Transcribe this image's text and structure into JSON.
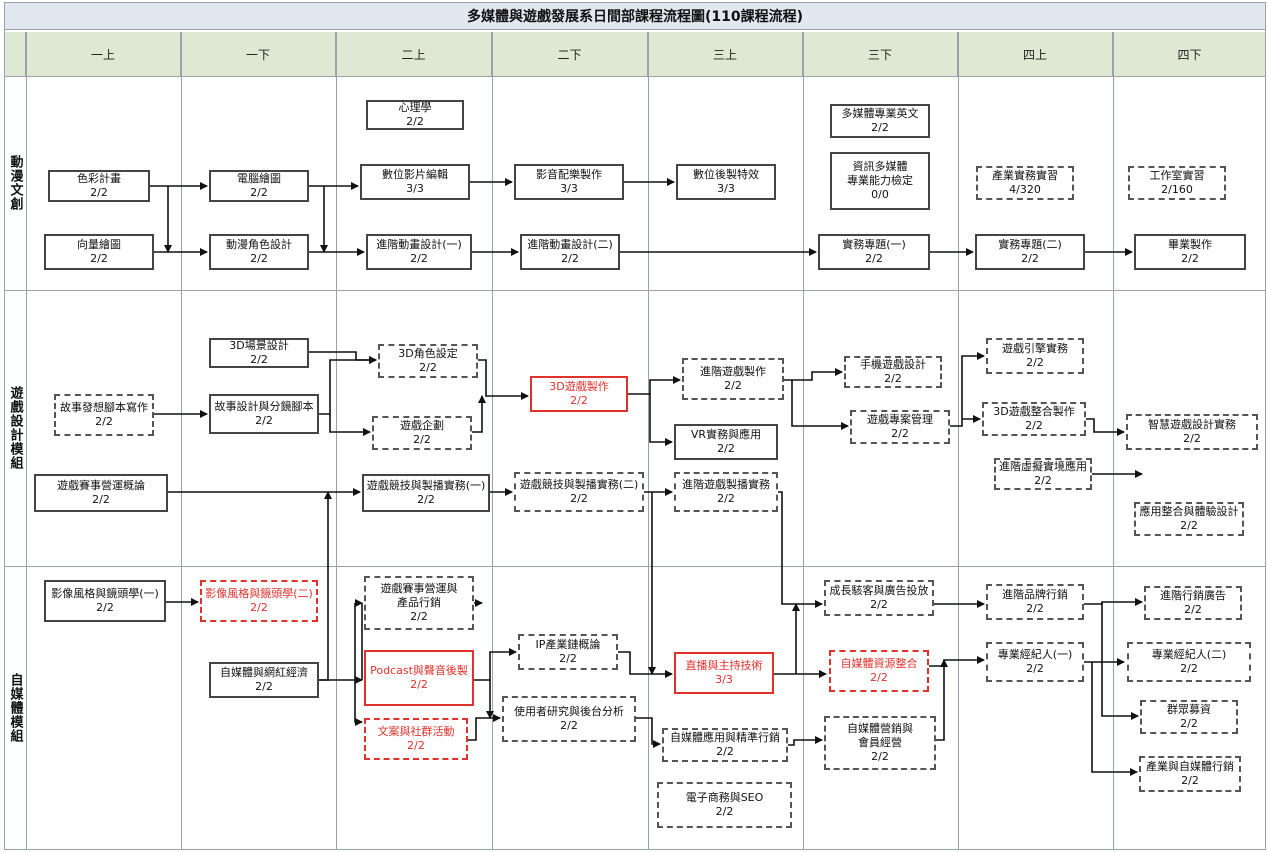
{
  "title": "多媒體與遊戲發展系日間部課程流程圖(110課程流程)",
  "semesters": [
    "一上",
    "一下",
    "二上",
    "二下",
    "三上",
    "三下",
    "四上",
    "四下"
  ],
  "rows": [
    {
      "id": "animation",
      "label": "動漫文創"
    },
    {
      "id": "game",
      "label": "遊戲設計模組"
    },
    {
      "id": "media",
      "label": "自媒體模組"
    }
  ],
  "courses": {
    "color_plan": {
      "name": "色彩計畫",
      "credits": "2/2",
      "style": "solid"
    },
    "vector_draw": {
      "name": "向量繪圖",
      "credits": "2/2",
      "style": "solid"
    },
    "sketch_draw": {
      "name": "電腦繪圖",
      "credits": "2/2",
      "style": "solid"
    },
    "anim_char": {
      "name": "動漫角色設計",
      "credits": "2/2",
      "style": "solid"
    },
    "psychology": {
      "name": "心理學",
      "credits": "2/2",
      "style": "solid"
    },
    "digital_edit": {
      "name": "數位影片編輯",
      "credits": "3/3",
      "style": "solid"
    },
    "motion1": {
      "name": "進階動畫設計(一)",
      "credits": "2/2",
      "style": "solid"
    },
    "audio_prod": {
      "name": "影音配樂製作",
      "credits": "3/3",
      "style": "solid"
    },
    "motion2": {
      "name": "進階動畫設計(二)",
      "credits": "2/2",
      "style": "solid"
    },
    "vfx": {
      "name": "數位後製特效",
      "credits": "3/3",
      "style": "solid"
    },
    "mm_english": {
      "name": "多媒體專業英文",
      "credits": "2/2",
      "style": "solid"
    },
    "mm_cert": {
      "name": "資訊多媒體\n專業能力檢定",
      "credits": "0/0",
      "style": "solid"
    },
    "project1": {
      "name": "實務專題(一)",
      "credits": "2/2",
      "style": "solid"
    },
    "industry_int": {
      "name": "產業實務實習",
      "credits": "4/320",
      "style": "dashed"
    },
    "project2": {
      "name": "實務專題(二)",
      "credits": "2/2",
      "style": "solid"
    },
    "studio_int": {
      "name": "工作室實習",
      "credits": "2/160",
      "style": "dashed"
    },
    "graduation": {
      "name": "畢業製作",
      "credits": "2/2",
      "style": "solid"
    },
    "story_script": {
      "name": "故事發想腳本寫作",
      "credits": "2/2",
      "style": "dashed"
    },
    "esports_intro": {
      "name": "遊戲賽事營運概論",
      "credits": "2/2",
      "style": "solid"
    },
    "scene3d": {
      "name": "3D場景設計",
      "credits": "2/2",
      "style": "solid"
    },
    "storyboard": {
      "name": "故事設計與分鏡腳本",
      "credits": "2/2",
      "style": "solid"
    },
    "char3d": {
      "name": "3D角色設定",
      "credits": "2/2",
      "style": "dashed"
    },
    "game_plan": {
      "name": "遊戲企劃",
      "credits": "2/2",
      "style": "dashed"
    },
    "esports_bc1": {
      "name": "遊戲競技與製播實務(一)",
      "credits": "2/2",
      "style": "solid"
    },
    "game3d": {
      "name": "3D遊戲製作",
      "credits": "2/2",
      "style": "red"
    },
    "esports_bc2": {
      "name": "遊戲競技與製播實務(二)",
      "credits": "2/2",
      "style": "dashed"
    },
    "adv_game": {
      "name": "進階遊戲製作",
      "credits": "2/2",
      "style": "dashed"
    },
    "vr": {
      "name": "VR實務與應用",
      "credits": "2/2",
      "style": "solid"
    },
    "adv_broadcast": {
      "name": "進階遊戲製播實務",
      "credits": "2/2",
      "style": "dashed"
    },
    "mobile_game": {
      "name": "手機遊戲設計",
      "credits": "2/2",
      "style": "dashed"
    },
    "game_pm": {
      "name": "遊戲專案管理",
      "credits": "2/2",
      "style": "dashed"
    },
    "engine": {
      "name": "遊戲引擎實務",
      "credits": "2/2",
      "style": "dashed"
    },
    "integ3d": {
      "name": "3D遊戲整合製作",
      "credits": "2/2",
      "style": "dashed"
    },
    "vr_adv": {
      "name": "進階虛擬實境應用",
      "credits": "2/2",
      "style": "dashed"
    },
    "smart_game": {
      "name": "智慧遊戲設計實務",
      "credits": "2/2",
      "style": "dashed"
    },
    "app_ux": {
      "name": "應用整合與體驗設計",
      "credits": "2/2",
      "style": "dashed"
    },
    "cine1": {
      "name": "影像風格與鏡頭學(一)",
      "credits": "2/2",
      "style": "solid"
    },
    "cine2": {
      "name": "影像風格與鏡頭學(二)",
      "credits": "2/2",
      "style": "red-dashed"
    },
    "influencer": {
      "name": "自媒體與網紅經濟",
      "credits": "2/2",
      "style": "solid"
    },
    "event_mkt": {
      "name": "遊戲賽事營運與\n產品行銷",
      "credits": "2/2",
      "style": "dashed"
    },
    "podcast": {
      "name": "Podcast與聲音後製",
      "credits": "2/2",
      "style": "red"
    },
    "social_act": {
      "name": "文案與社群活動",
      "credits": "2/2",
      "style": "red-dashed"
    },
    "ip_industry": {
      "name": "IP產業鏈概論",
      "credits": "2/2",
      "style": "dashed"
    },
    "ux_research": {
      "name": "使用者研究與後台分析",
      "credits": "2/2",
      "style": "dashed"
    },
    "host_skill": {
      "name": "直播與主持技術",
      "credits": "3/3",
      "style": "red"
    },
    "media_app": {
      "name": "自媒體應用與精準行銷",
      "credits": "2/2",
      "style": "dashed"
    },
    "ecommerce": {
      "name": "電子商務與SEO",
      "credits": "2/2",
      "style": "dashed"
    },
    "growth_ads": {
      "name": "成長駭客與廣告投放",
      "credits": "2/2",
      "style": "dashed"
    },
    "resource_int": {
      "name": "自媒體資源整合",
      "credits": "2/2",
      "style": "red-dashed"
    },
    "member_mgmt": {
      "name": "自媒體營銷與\n會員經營",
      "credits": "2/2",
      "style": "dashed"
    },
    "brand_mkt": {
      "name": "進階品牌行銷",
      "credits": "2/2",
      "style": "dashed"
    },
    "broker1": {
      "name": "專業經紀人(一)",
      "credits": "2/2",
      "style": "dashed"
    },
    "adv_ads": {
      "name": "進階行銷廣告",
      "credits": "2/2",
      "style": "dashed"
    },
    "broker2": {
      "name": "專業經紀人(二)",
      "credits": "2/2",
      "style": "dashed"
    },
    "crowdfund": {
      "name": "群眾募資",
      "credits": "2/2",
      "style": "dashed"
    },
    "industry_mkt": {
      "name": "產業與自媒體行銷",
      "credits": "2/2",
      "style": "dashed"
    }
  },
  "colors": {
    "grid": "#9aa3ad",
    "header_bg": "#dfe8d2",
    "title_bg": "#e3e8f0",
    "box_border": "#444444",
    "arrow": "#111111",
    "highlight": "#e0312c"
  }
}
